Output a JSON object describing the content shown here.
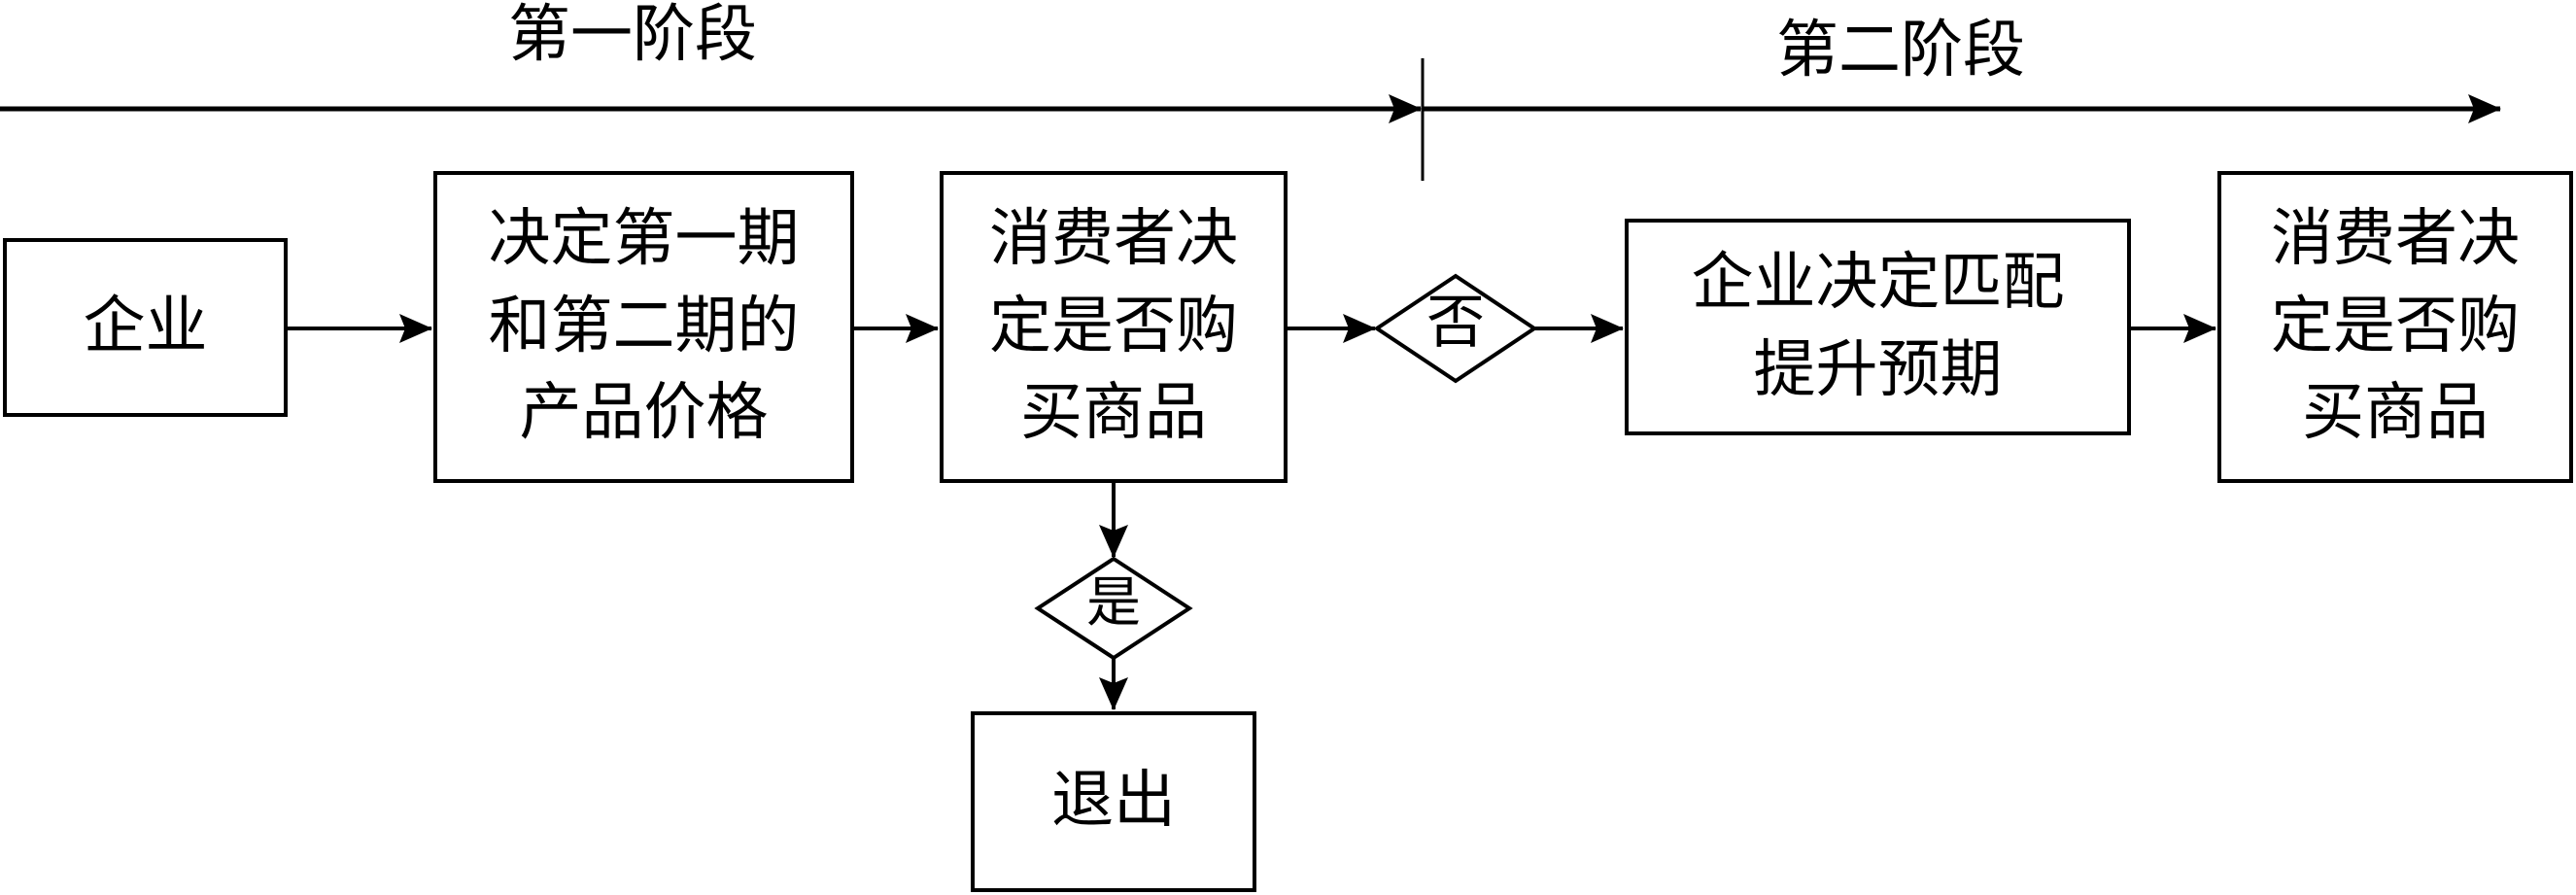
{
  "timeline": {
    "stage1_label": "第一阶段",
    "stage2_label": "第二阶段"
  },
  "nodes": {
    "firm": "企业",
    "set_prices": "决定第一期\n和第二期的\n产品价格",
    "consumer_decision_1": "消费者决\n定是否购\n买商品",
    "decision_no": "否",
    "decision_yes": "是",
    "exit": "退出",
    "firm_match_expectation": "企业决定匹配\n提升预期",
    "consumer_decision_2": "消费者决\n定是否购\n买商品"
  }
}
